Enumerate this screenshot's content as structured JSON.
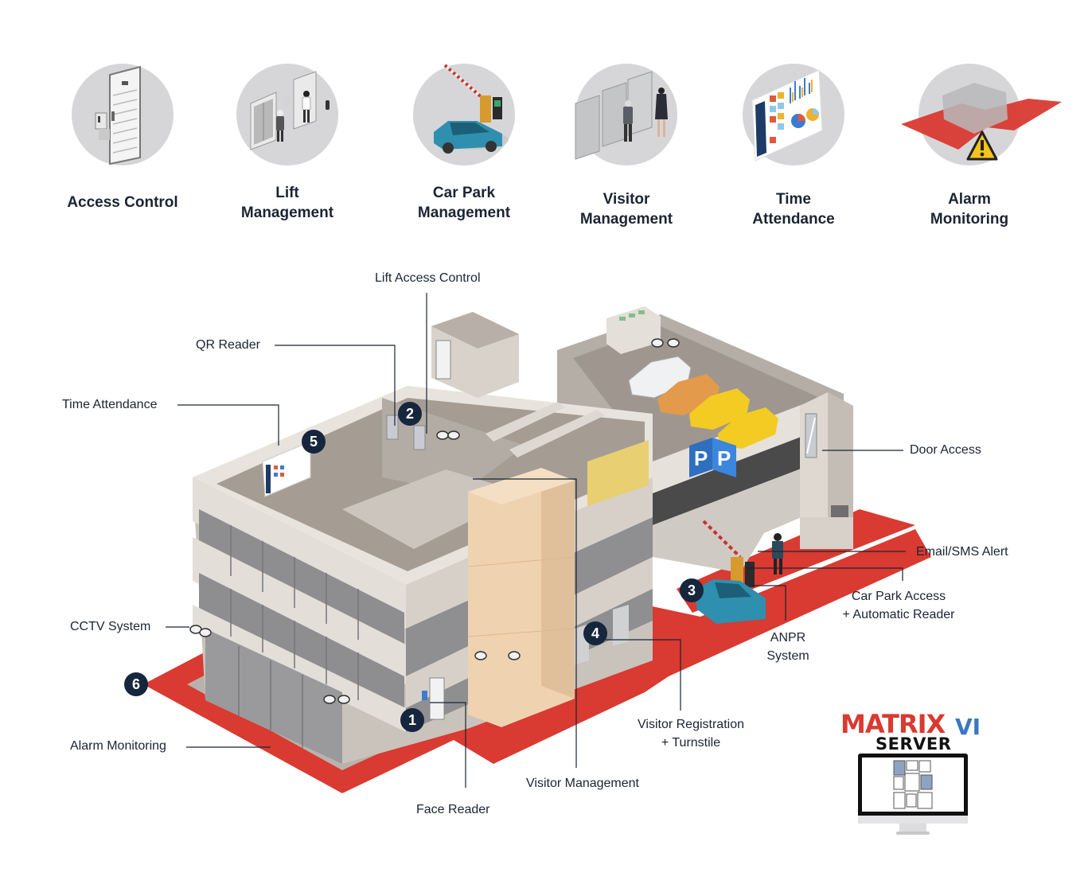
{
  "features": [
    {
      "id": "access-control",
      "title": "Access Control",
      "icon": "door-reader-icon"
    },
    {
      "id": "lift-management",
      "title": "Lift\nManagement",
      "icon": "elevator-people-icon"
    },
    {
      "id": "car-park-management",
      "title": "Car Park\nManagement",
      "icon": "car-barrier-icon"
    },
    {
      "id": "visitor-management",
      "title": "Visitor\nManagement",
      "icon": "turnstile-people-icon"
    },
    {
      "id": "time-attendance",
      "title": "Time\nAttendance",
      "icon": "dashboard-chart-icon"
    },
    {
      "id": "alarm-monitoring",
      "title": "Alarm\nMonitoring",
      "icon": "warning-triangle-icon"
    }
  ],
  "callouts": {
    "lift_access_control": "Lift Access Control",
    "qr_reader": "QR Reader",
    "time_attendance": "Time Attendance",
    "door_access": "Door Access",
    "email_sms_alert": "Email/SMS Alert",
    "car_park_access": "Car Park Access\n+ Automatic Reader",
    "anpr_system": "ANPR\nSystem",
    "cctv_system": "CCTV System",
    "visitor_registration": "Visitor Registration\n+ Turnstile",
    "alarm_monitoring": "Alarm Monitoring",
    "visitor_management": "Visitor Management",
    "face_reader": "Face Reader"
  },
  "badges": [
    "1",
    "2",
    "3",
    "4",
    "5",
    "6"
  ],
  "parking_signs": [
    "P",
    "P"
  ],
  "logo": {
    "brand": "MATRIX",
    "suffix": "VI",
    "subtitle": "SERVER"
  },
  "colors": {
    "badge": "#15263d",
    "alarm_zone": "#d93a31",
    "logo_red": "#d93a31",
    "logo_blue": "#3a78c2",
    "text": "#1b2433"
  }
}
